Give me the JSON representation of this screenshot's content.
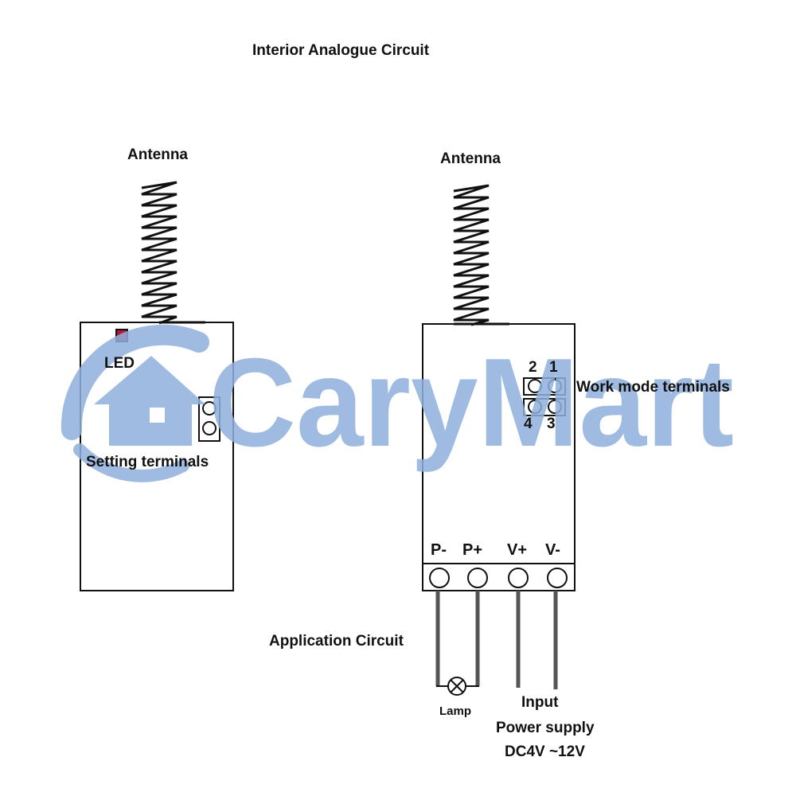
{
  "title": "Interior Analogue Circuit",
  "left_module": {
    "antenna_label": "Antenna",
    "led_label": "LED",
    "setting_terminals_label": "Setting terminals"
  },
  "right_module": {
    "antenna_label": "Antenna",
    "work_mode_label": "Work mode terminals",
    "pins": {
      "p1": "1",
      "p2": "2",
      "p3": "3",
      "p4": "4"
    },
    "terminals": [
      "P-",
      "P+",
      "V+",
      "V-"
    ],
    "application_label": "Application Circuit",
    "lamp_label": "Lamp",
    "input_label": "Input",
    "power_label": "Power supply",
    "voltage_label": "DC4V ~12V"
  },
  "watermark": {
    "text": "CaryMart",
    "color": "#8fb0dc"
  },
  "colors": {
    "line": "#111111",
    "led": "#b0193a",
    "wire": "#555555"
  }
}
